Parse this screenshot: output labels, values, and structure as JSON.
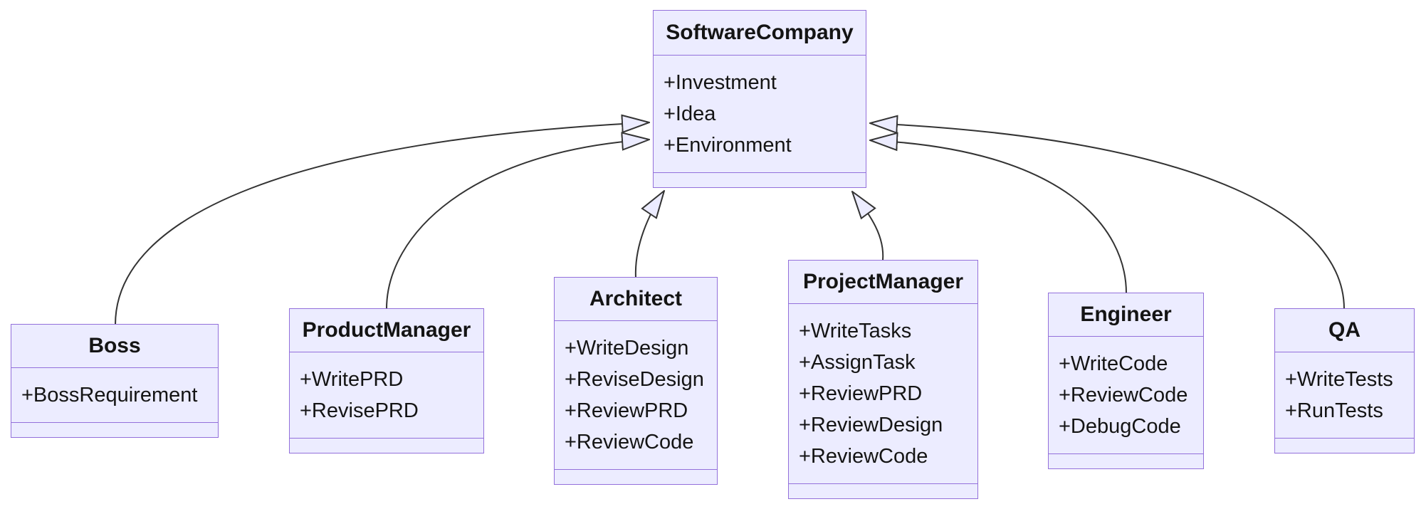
{
  "diagram_type": "uml-class-inheritance",
  "colors": {
    "class_fill": "#ECECFF",
    "class_border": "#9370DB",
    "edge_stroke": "#333333",
    "text": "#141414",
    "background": "#ffffff"
  },
  "classes": [
    {
      "name": "SoftwareCompany",
      "attributes": [
        "+Investment",
        "+Idea",
        "+Environment"
      ]
    },
    {
      "name": "Boss",
      "attributes": [
        "+BossRequirement"
      ]
    },
    {
      "name": "ProductManager",
      "attributes": [
        "+WritePRD",
        "+RevisePRD"
      ]
    },
    {
      "name": "Architect",
      "attributes": [
        "+WriteDesign",
        "+ReviseDesign",
        "+ReviewPRD",
        "+ReviewCode"
      ]
    },
    {
      "name": "ProjectManager",
      "attributes": [
        "+WriteTasks",
        "+AssignTask",
        "+ReviewPRD",
        "+ReviewDesign",
        "+ReviewCode"
      ]
    },
    {
      "name": "Engineer",
      "attributes": [
        "+WriteCode",
        "+ReviewCode",
        "+DebugCode"
      ]
    },
    {
      "name": "QA",
      "attributes": [
        "+WriteTests",
        "+RunTests"
      ]
    }
  ],
  "relations": [
    {
      "from": "Boss",
      "to": "SoftwareCompany",
      "type": "inheritance"
    },
    {
      "from": "ProductManager",
      "to": "SoftwareCompany",
      "type": "inheritance"
    },
    {
      "from": "Architect",
      "to": "SoftwareCompany",
      "type": "inheritance"
    },
    {
      "from": "ProjectManager",
      "to": "SoftwareCompany",
      "type": "inheritance"
    },
    {
      "from": "Engineer",
      "to": "SoftwareCompany",
      "type": "inheritance"
    },
    {
      "from": "QA",
      "to": "SoftwareCompany",
      "type": "inheritance"
    }
  ]
}
